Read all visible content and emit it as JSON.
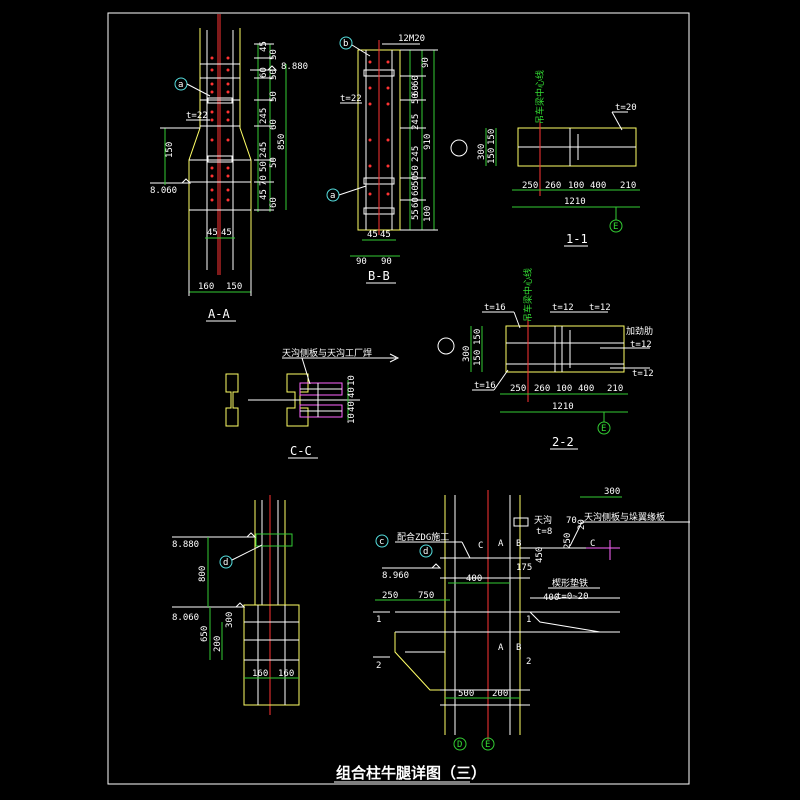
{
  "drawing": {
    "title": "组合柱牛腿详图（三）",
    "colors": {
      "background": "#000000",
      "line": "#ffffff",
      "steel": "#ffff66",
      "centerline": "#ff3333",
      "dimension": "#33cc33",
      "hatch": "#ff66ff",
      "bubble": "#55dddd"
    }
  },
  "view_aa": {
    "label": "A-A",
    "elev_top": "8.880",
    "elev_bottom": "8.060",
    "bubble_a": "a",
    "plate": "t=22",
    "dims_right": [
      "45",
      "50",
      "60",
      "245",
      "50",
      "50",
      "245",
      "60",
      "50",
      "50",
      "70",
      "45",
      "60"
    ],
    "dim_total": "850",
    "dim_left": "150",
    "dims_bottom_inner": [
      "45",
      "45"
    ],
    "dims_bottom": [
      "160",
      "150"
    ]
  },
  "view_bb": {
    "label": "B-B",
    "bubble_b": "b",
    "bubble_a": "a",
    "bolts": "12M20",
    "plate": "t=22",
    "dims_right": [
      "90",
      "60",
      "50",
      "60",
      "245",
      "245",
      "50",
      "60",
      "50",
      "60",
      "55",
      "100"
    ],
    "dim_total": "910",
    "dims_bottom_inner": [
      "45",
      "45"
    ],
    "dims_bottom": [
      "90",
      "90"
    ]
  },
  "view_11": {
    "label": "1-1",
    "centerline_text": "吊车梁中心线",
    "plate": "t=20",
    "dim_300": "300",
    "dims_left": [
      "150",
      "150"
    ],
    "dims_bottom": [
      "250",
      "260",
      "100",
      "400",
      "210"
    ],
    "dim_total": "1210",
    "axis": "E"
  },
  "view_22": {
    "label": "2-2",
    "centerline_text": "吊车梁中心线",
    "plates": [
      "t=16",
      "t=12",
      "t=12",
      "t=16",
      "t=12"
    ],
    "stiffener_text": "加劲肋",
    "stiffener_plate": "t=12",
    "dim_300": "300",
    "dims_left": [
      "150",
      "150"
    ],
    "dims_bottom": [
      "250",
      "260",
      "100",
      "400",
      "210"
    ],
    "dim_total": "1210",
    "axis": "E"
  },
  "view_cc": {
    "label": "C-C",
    "note": "天沟侧板与天沟工厂焊",
    "dims": [
      "10",
      "40",
      "40",
      "10"
    ]
  },
  "view_lower_left": {
    "elev_top": "8.880",
    "elev_bottom": "8.060",
    "bubble_d": "d",
    "dim_800": "800",
    "dims_left": [
      "650",
      "200"
    ],
    "dim_300": "300",
    "dims_bottom": [
      "160",
      "160"
    ]
  },
  "view_elevation": {
    "bubble_c": "c",
    "bubble_d": "d",
    "note_weld": "配合ZDG施工",
    "elev": "8.960",
    "gutter": "天沟",
    "gutter_plate": "t=8",
    "gutter_note": "天沟侧板与垛翼缘板",
    "wedge_note": "楔形垫铁",
    "wedge_plate": "t=0~20",
    "dim_300": "300",
    "dims_mid": [
      "450",
      "250",
      "70",
      "20"
    ],
    "dim_175": "175",
    "dim_400a": "400",
    "dim_400b": "400",
    "dims_left": [
      "250",
      "750"
    ],
    "dims_bottom": [
      "500",
      "200"
    ],
    "section_marks": [
      "1",
      "2",
      "1",
      "2",
      "A",
      "A",
      "B",
      "B",
      "C",
      "C"
    ],
    "axes": [
      "D",
      "E"
    ]
  }
}
